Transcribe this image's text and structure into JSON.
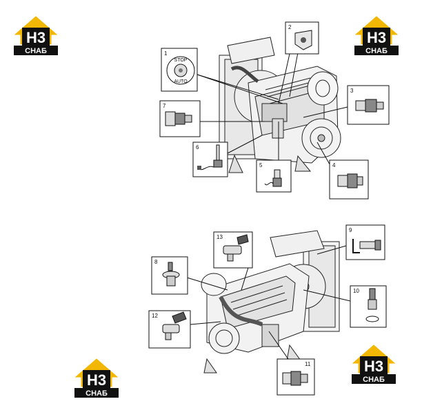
{
  "logo": {
    "letters": "H3",
    "subtitle": "СНАБ",
    "color_dark": "#111111",
    "color_accent": "#f2b705"
  },
  "callouts": [
    {
      "id": "1",
      "label": "1",
      "part": "stop-button"
    },
    {
      "id": "2",
      "label": "2",
      "part": "sensor-bracket"
    },
    {
      "id": "3",
      "label": "3",
      "part": "pressure-sensor"
    },
    {
      "id": "4",
      "label": "4",
      "part": "pressure-sensor"
    },
    {
      "id": "5",
      "label": "5",
      "part": "level-sensor"
    },
    {
      "id": "6",
      "label": "6",
      "part": "temperature-probe"
    },
    {
      "id": "7",
      "label": "7",
      "part": "pressure-sensor"
    },
    {
      "id": "8",
      "label": "8",
      "part": "speed-sensor"
    },
    {
      "id": "9",
      "label": "9",
      "part": "coolant-level-switch"
    },
    {
      "id": "10",
      "label": "10",
      "part": "temperature-sensor"
    },
    {
      "id": "11",
      "label": "11",
      "part": "pressure-sensor"
    },
    {
      "id": "12",
      "label": "12",
      "part": "position-sensor"
    },
    {
      "id": "13",
      "label": "13",
      "part": "position-sensor"
    }
  ],
  "stop_button": {
    "text_top": "STOP",
    "text_bottom": "AUTO"
  }
}
